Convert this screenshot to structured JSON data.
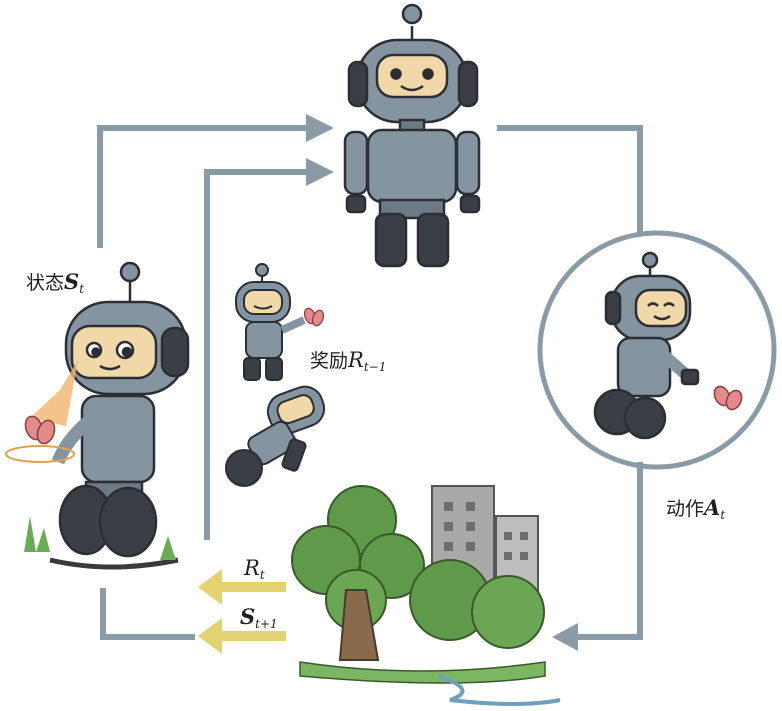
{
  "labels": {
    "state": {
      "text": "状态",
      "symbol": "S",
      "subscript": "t"
    },
    "reward_prev": {
      "text": "奖励",
      "symbol": "R",
      "subscript": "t−1"
    },
    "action": {
      "text": "动作",
      "symbol": "A",
      "subscript": "t"
    },
    "reward": {
      "symbol": "R",
      "subscript": "t"
    },
    "next_state": {
      "symbol": "S",
      "subscript": "t+1"
    }
  },
  "colors": {
    "loop_arrow": "#8a9ba8",
    "feedback_arrow": "#e3d26f",
    "robot_body": "#8594a1",
    "robot_dark": "#3a3f45",
    "face": "#f1d8a8",
    "foliage": "#5e9a4a",
    "building": "#a9a9a9",
    "butterfly": "#e48a8a"
  }
}
